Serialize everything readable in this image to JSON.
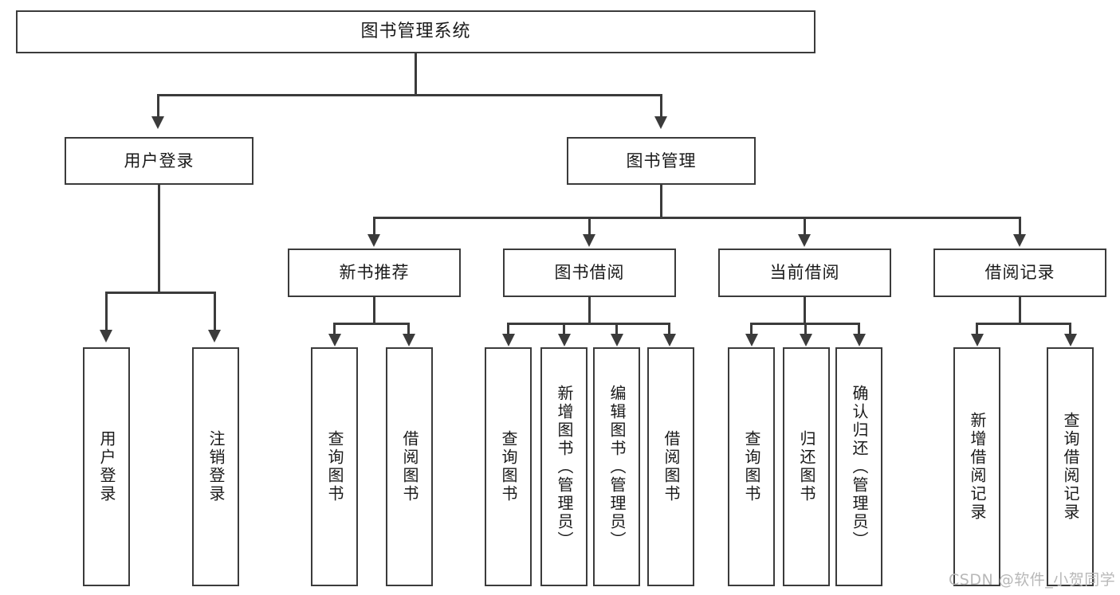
{
  "diagram": {
    "title": "图书管理系统",
    "type": "tree-hierarchy",
    "root": {
      "label": "图书管理系统"
    },
    "level1": [
      {
        "label": "用户登录"
      },
      {
        "label": "图书管理"
      }
    ],
    "level2": [
      {
        "label": "新书推荐"
      },
      {
        "label": "图书借阅"
      },
      {
        "label": "当前借阅"
      },
      {
        "label": "借阅记录"
      }
    ],
    "leaves": {
      "user_login": [
        {
          "label": "用户登录"
        },
        {
          "label": "注销登录"
        }
      ],
      "new_book_recommend": [
        {
          "label": "查询图书"
        },
        {
          "label": "借阅图书"
        }
      ],
      "book_borrow": [
        {
          "label": "查询图书"
        },
        {
          "label": "新增图书（管理员）"
        },
        {
          "label": "编辑图书（管理员）"
        },
        {
          "label": "借阅图书"
        }
      ],
      "current_borrow": [
        {
          "label": "查询图书"
        },
        {
          "label": "归还图书"
        },
        {
          "label": "确认归还（管理员）"
        }
      ],
      "borrow_record": [
        {
          "label": "新增借阅记录"
        },
        {
          "label": "查询借阅记录"
        }
      ]
    }
  },
  "watermark": {
    "text": "CSDN @软件_小贺同学"
  },
  "colors": {
    "border": "#3b3b3b",
    "background": "#ffffff",
    "text": "#1a1a1a",
    "watermark": "#b8b8b8"
  }
}
